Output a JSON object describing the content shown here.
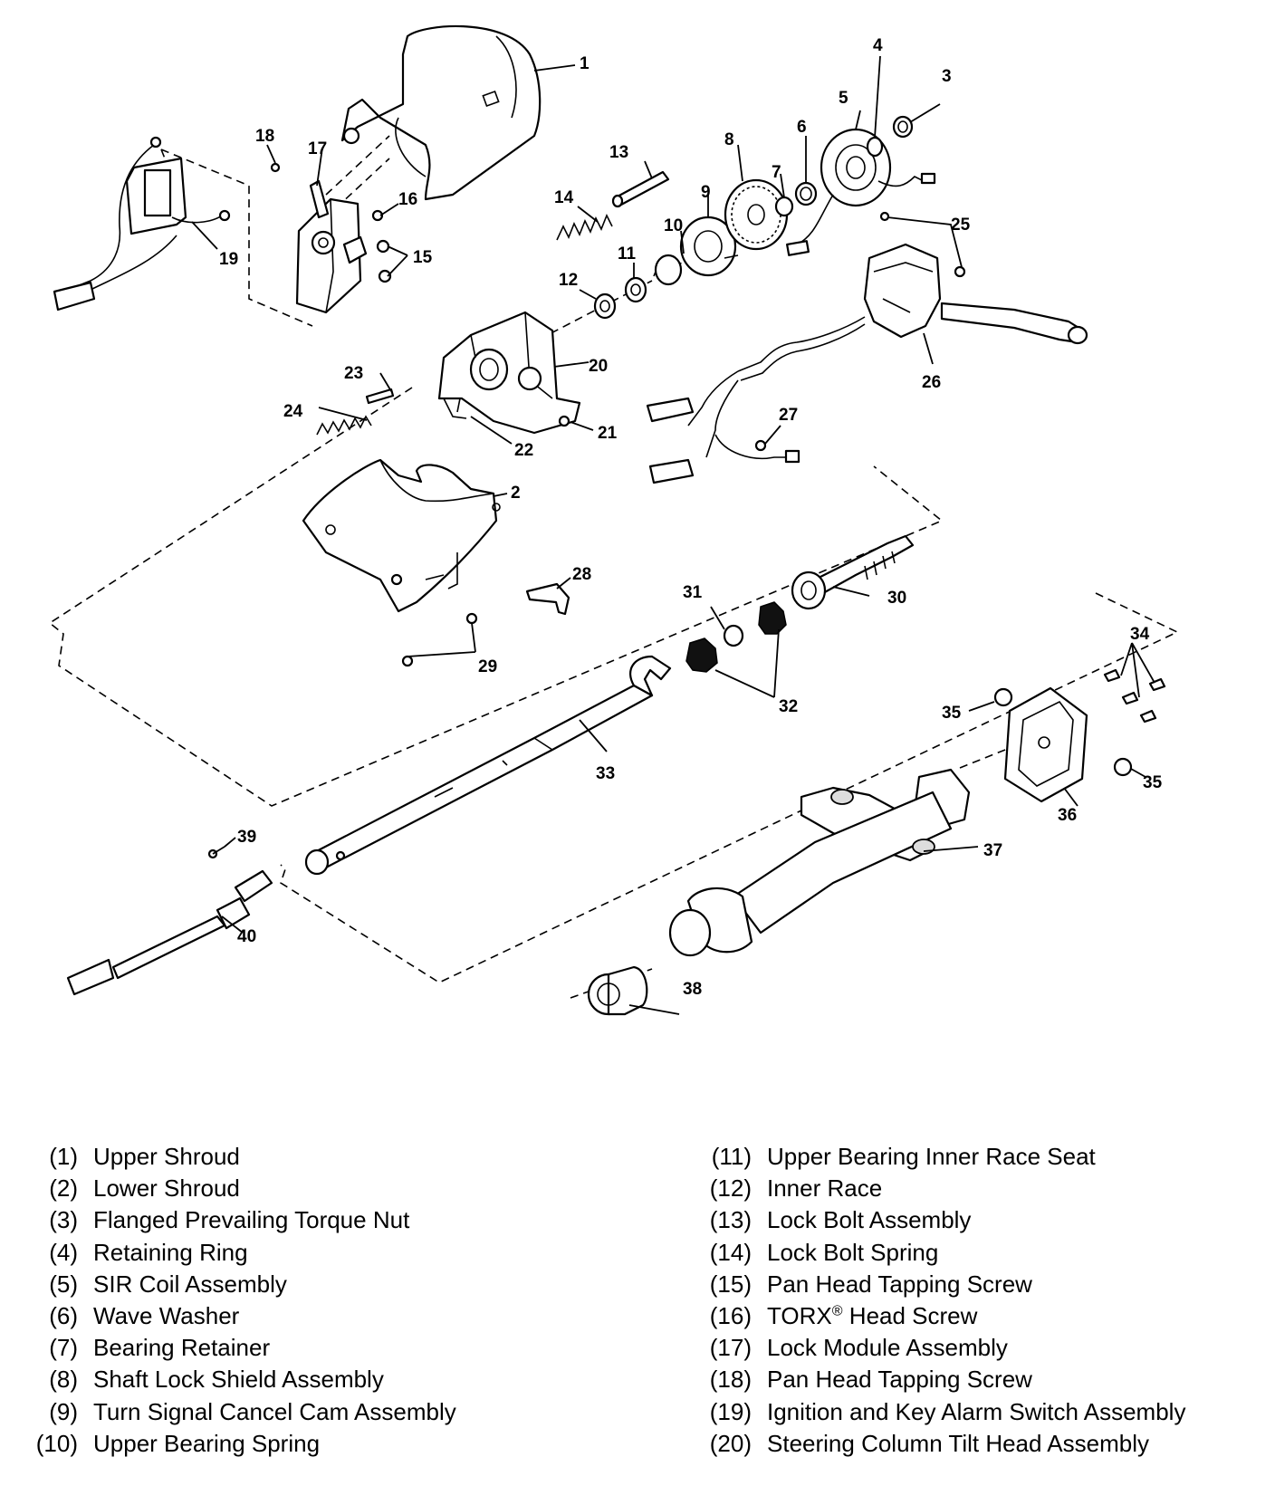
{
  "callouts": [
    "1",
    "2",
    "3",
    "4",
    "5",
    "6",
    "7",
    "8",
    "9",
    "10",
    "11",
    "12",
    "13",
    "14",
    "15",
    "16",
    "17",
    "18",
    "19",
    "20",
    "21",
    "22",
    "23",
    "24",
    "25",
    "26",
    "27",
    "28",
    "29",
    "30",
    "31",
    "32",
    "33",
    "34",
    "35",
    "35",
    "36",
    "37",
    "38",
    "39",
    "40"
  ],
  "legend": {
    "left": [
      {
        "num": "(1)",
        "name": "Upper Shroud"
      },
      {
        "num": "(2)",
        "name": "Lower Shroud"
      },
      {
        "num": "(3)",
        "name": "Flanged Prevailing Torque Nut"
      },
      {
        "num": "(4)",
        "name": "Retaining Ring"
      },
      {
        "num": "(5)",
        "name": "SIR Coil Assembly"
      },
      {
        "num": "(6)",
        "name": "Wave Washer"
      },
      {
        "num": "(7)",
        "name": "Bearing Retainer"
      },
      {
        "num": "(8)",
        "name": "Shaft Lock Shield Assembly"
      },
      {
        "num": "(9)",
        "name": "Turn Signal Cancel Cam Assembly"
      },
      {
        "num": "(10)",
        "name": "Upper Bearing Spring"
      }
    ],
    "right": [
      {
        "num": "(11)",
        "name": "Upper Bearing Inner Race Seat"
      },
      {
        "num": "(12)",
        "name": "Inner Race"
      },
      {
        "num": "(13)",
        "name": "Lock Bolt Assembly"
      },
      {
        "num": "(14)",
        "name": "Lock Bolt Spring"
      },
      {
        "num": "(15)",
        "name": "Pan Head Tapping Screw"
      },
      {
        "num": "(16)",
        "name": "TORX",
        "reg": "®",
        "name_suffix": " Head Screw"
      },
      {
        "num": "(17)",
        "name": "Lock Module Assembly"
      },
      {
        "num": "(18)",
        "name": "Pan Head Tapping Screw"
      },
      {
        "num": "(19)",
        "name": "Ignition and Key Alarm Switch Assembly"
      },
      {
        "num": "(20)",
        "name": "Steering Column Tilt Head Assembly"
      }
    ]
  }
}
